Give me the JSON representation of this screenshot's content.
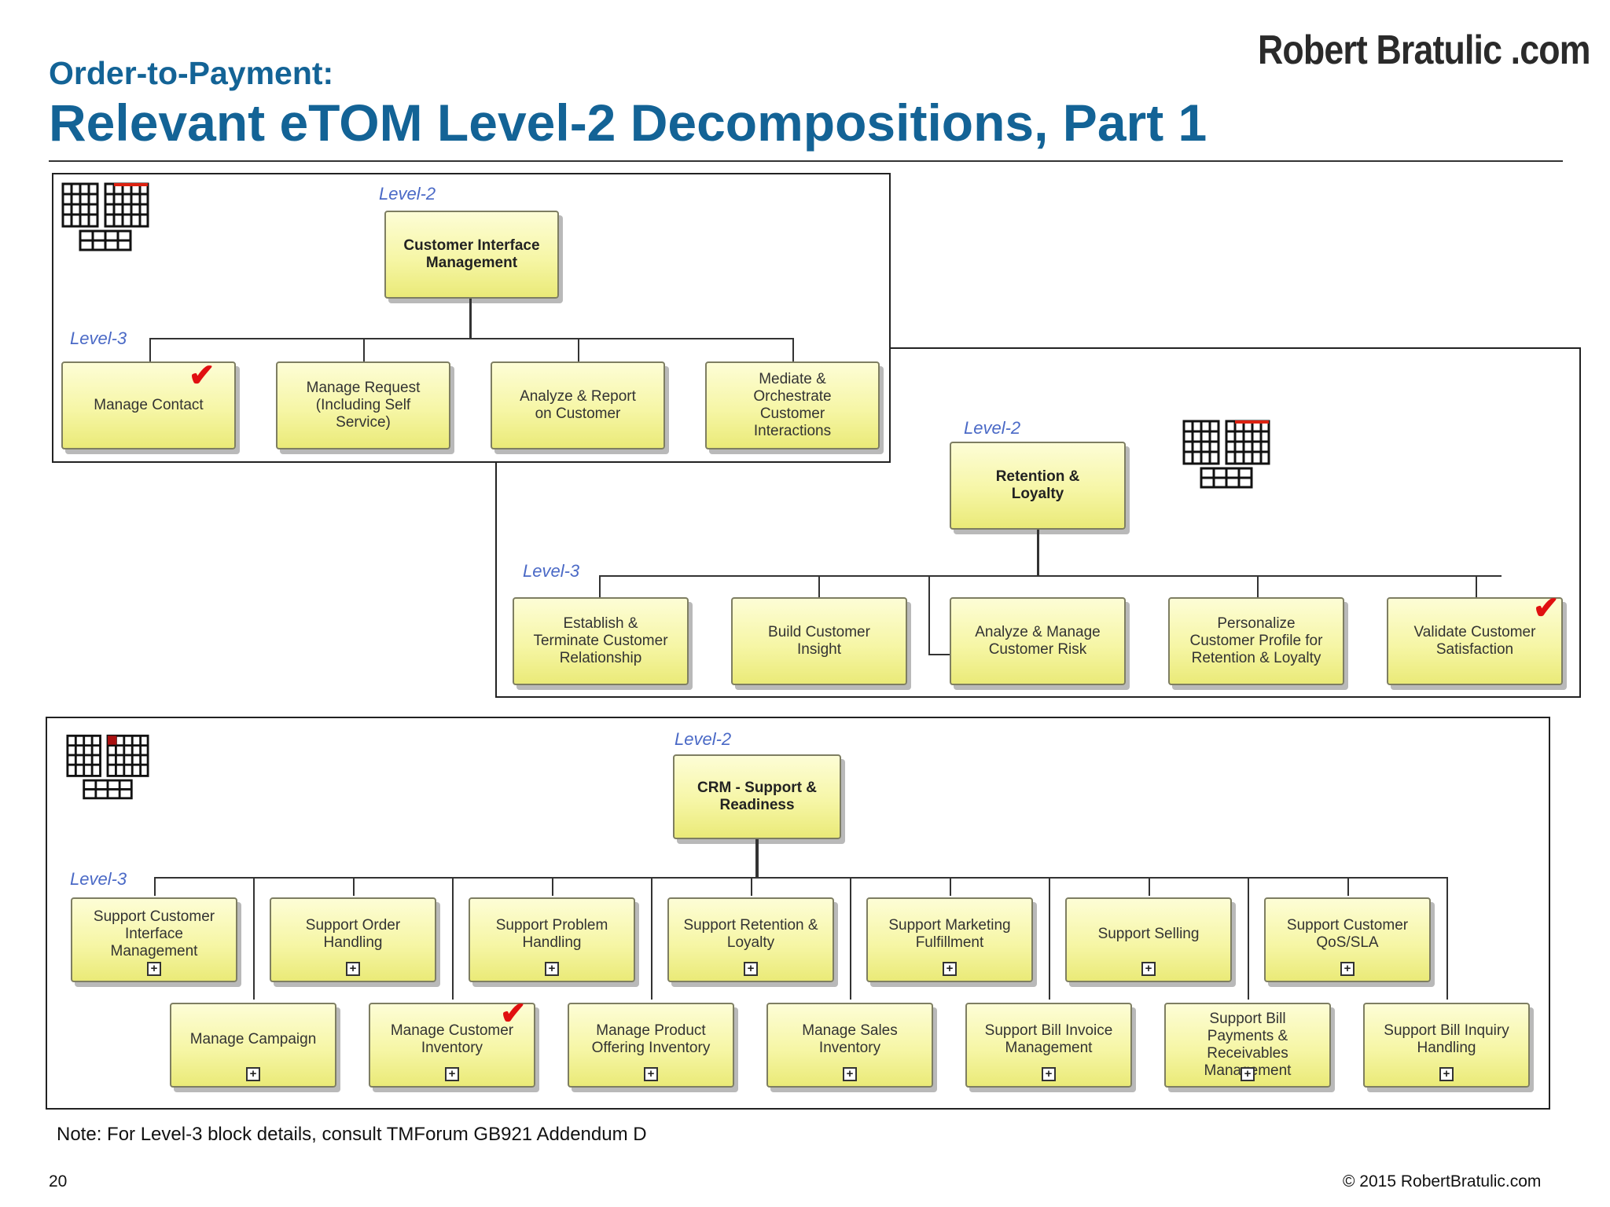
{
  "header": {
    "subtitle": "Order-to-Payment:",
    "title": "Relevant eTOM Level-2 Decompositions, Part 1",
    "logo": "Robert Bratulic .com"
  },
  "panel1": {
    "level2_tag": "Level-2",
    "level3_tag": "Level-3",
    "root": "Customer Interface\nManagement",
    "children": [
      "Manage Contact",
      "Manage Request\n(Including Self\nService)",
      "Analyze & Report\non Customer",
      "Mediate &\nOrchestrate\nCustomer\nInteractions"
    ]
  },
  "panel2": {
    "level2_tag": "Level-2",
    "level3_tag": "Level-3",
    "root": "Retention &\nLoyalty",
    "children": [
      "Establish &\nTerminate Customer\nRelationship",
      "Build Customer\nInsight",
      "Analyze & Manage\nCustomer Risk",
      "Personalize\nCustomer Profile for\nRetention & Loyalty",
      "Validate Customer\nSatisfaction"
    ]
  },
  "panel3": {
    "level2_tag": "Level-2",
    "level3_tag": "Level-3",
    "root": "CRM - Support &\nReadiness",
    "row1": [
      "Support Customer\nInterface\nManagement",
      "Support Order\nHandling",
      "Support Problem\nHandling",
      "Support Retention &\nLoyalty",
      "Support Marketing\nFulfillment",
      "Support Selling",
      "Support Customer\nQoS/SLA"
    ],
    "row2": [
      "Manage Campaign",
      "Manage Customer\nInventory",
      "Manage Product\nOffering Inventory",
      "Manage Sales\nInventory",
      "Support Bill Invoice\nManagement",
      "Support Bill\nPayments &\nReceivables\nManagement",
      "Support Bill Inquiry\nHandling"
    ]
  },
  "footer": {
    "note": "Note: For Level-3 block details, consult TMForum GB921 Addendum D",
    "page_number": "20",
    "copyright": "© 2015 RobertBratulic.com"
  },
  "colors": {
    "title": "#136396",
    "box_fill": "#f6f6a6",
    "check": "#e01010",
    "level_tag": "#4a69c6"
  }
}
